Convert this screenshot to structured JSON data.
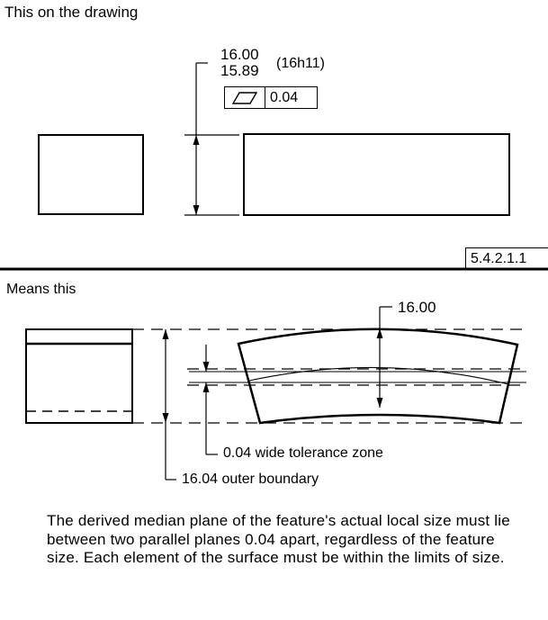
{
  "top_section": {
    "heading": "This on the drawing",
    "upper_limit": "16.00",
    "lower_limit": "15.89",
    "fit_designation": "(16h11)",
    "frame": {
      "symbol": "flatness-parallelogram-icon",
      "tolerance": "0.04"
    },
    "reference": "5.4.2.1.1"
  },
  "bottom_section": {
    "heading": "Means this",
    "max_size": "16.00",
    "zone_label": "0.04 wide tolerance zone",
    "boundary_label": "16.04 outer boundary",
    "explanation": "The derived median plane of the feature's actual local size must lie between two parallel planes 0.04 apart, regardless of the feature size. Each element of the surface must be within the limits of size."
  }
}
